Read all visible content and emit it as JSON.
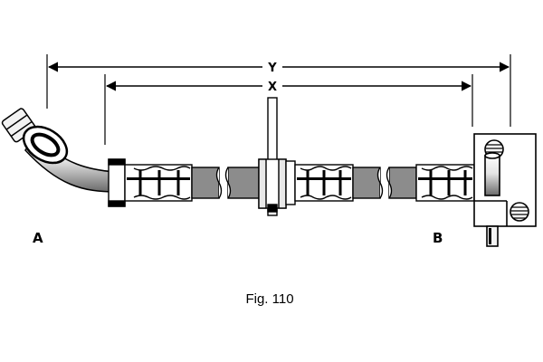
{
  "dimensions": {
    "overall_label": "Y",
    "inner_label": "X"
  },
  "ends": {
    "left_label": "A",
    "right_label": "B"
  },
  "caption": "Fig. 110",
  "colors": {
    "ink": "#000000",
    "hose_fill": "#8c8c8c",
    "fitting_fill": "#d6d6d6",
    "paper": "#ffffff"
  }
}
